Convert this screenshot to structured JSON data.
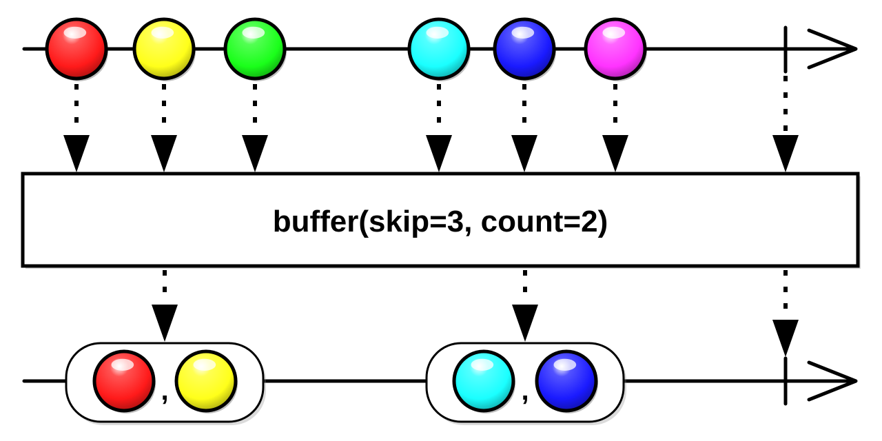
{
  "operator": {
    "label": "buffer(skip=3, count=2)"
  },
  "input_stream": {
    "items": [
      {
        "color": "#ff1a1a",
        "name": "red"
      },
      {
        "color": "#ffff1a",
        "name": "yellow"
      },
      {
        "color": "#1aff1a",
        "name": "green"
      },
      {
        "color": "#1affff",
        "name": "cyan"
      },
      {
        "color": "#1a1aff",
        "name": "blue"
      },
      {
        "color": "#ff33ff",
        "name": "magenta"
      }
    ],
    "completes": true
  },
  "output_stream": {
    "buffers": [
      {
        "separator": ",",
        "items": [
          {
            "color": "#ff1a1a",
            "name": "red"
          },
          {
            "color": "#ffff1a",
            "name": "yellow"
          }
        ]
      },
      {
        "separator": ",",
        "items": [
          {
            "color": "#1affff",
            "name": "cyan"
          },
          {
            "color": "#1a1aff",
            "name": "blue"
          }
        ]
      }
    ],
    "completes": true
  }
}
